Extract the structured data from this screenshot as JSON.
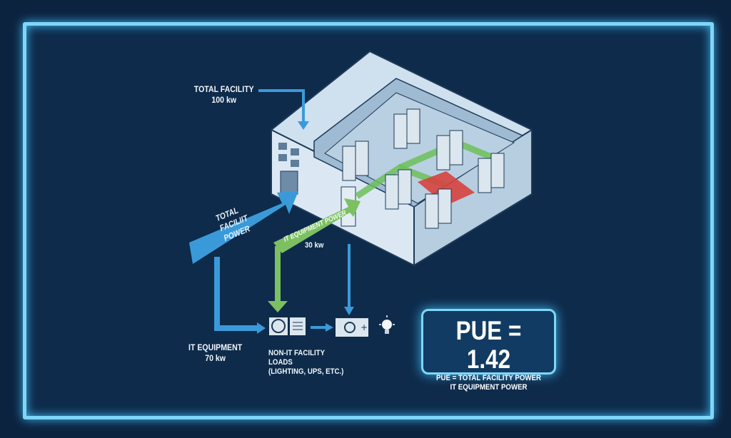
{
  "labels": {
    "total_facility_title": "TOTAL FACILITY",
    "total_facility_value": "100 kw",
    "total_facility_power_arrow": "TOTAL FACILIIT POWER",
    "it_equipment_power_arrow": "IT EQUIPMENT POWER",
    "it_arrow_value": "30 kw",
    "it_equipment_title": "IT EQUIPMENT",
    "it_equipment_value": "70 kw",
    "non_it_line1": "NON-IT FACILITY",
    "non_it_line2": "LOADS",
    "non_it_line3": "(LIGHTING, UPS, ETC.)"
  },
  "pue": {
    "headline": "PUE = 1.42",
    "formula_line1": "PUE = TOTAL FACILITY POWER",
    "formula_line2": "IT EQUIPMENT POWER"
  },
  "colors": {
    "background": "#0e2b4b",
    "frame": "#7fd6f7",
    "facility_arrow": "#3a9ad9",
    "it_arrow": "#7cc062",
    "hot_zone": "#d6433f"
  }
}
